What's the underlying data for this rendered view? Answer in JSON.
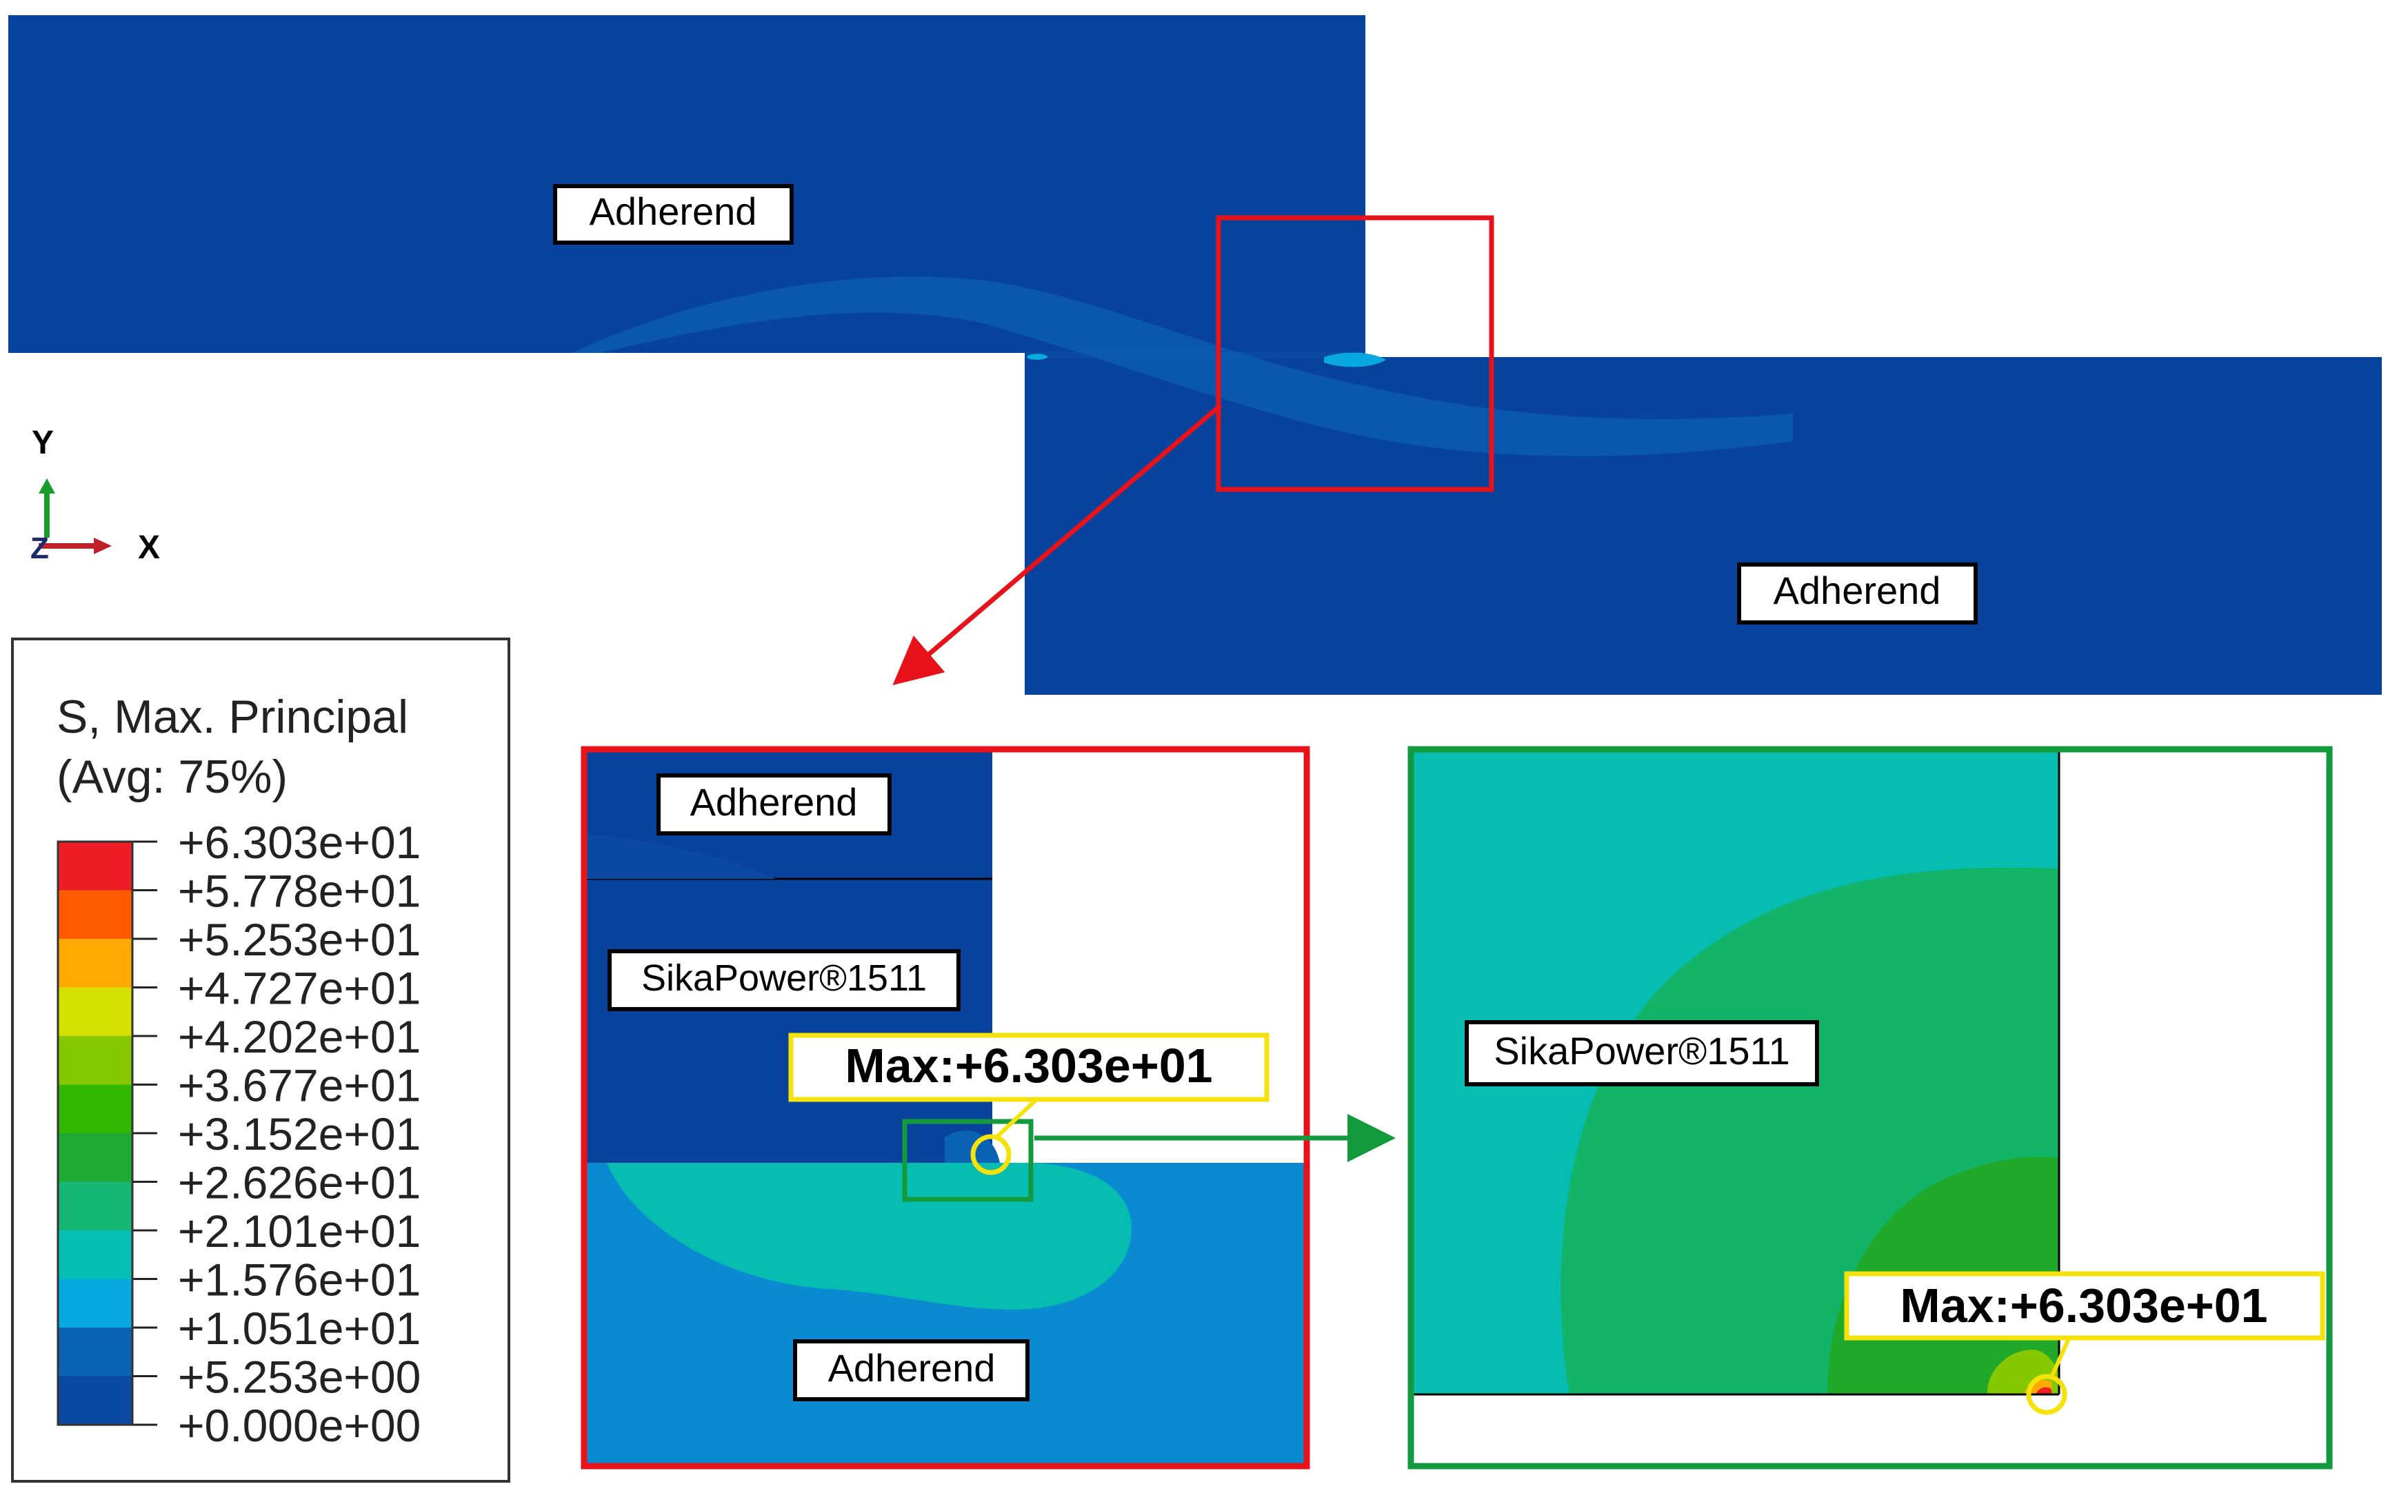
{
  "labels": {
    "adherend_top": "Adherend",
    "adherend_bottom": "Adherend",
    "zoom1_adherend_top": "Adherend",
    "zoom1_adhesive": "SikaPower®1511",
    "zoom1_adherend_bottom": "Adherend",
    "zoom1_max": "Max:+6.303e+01",
    "zoom2_adhesive": "SikaPower®1511",
    "zoom2_max": "Max:+6.303e+01"
  },
  "axes": {
    "y": "Y",
    "x": "X",
    "z": "Z"
  },
  "legend": {
    "title_line1": "S, Max. Principal",
    "title_line2": "(Avg: 75%)",
    "entries": [
      {
        "value": "+6.303e+01",
        "color": "#ee1c24"
      },
      {
        "value": "+5.778e+01",
        "color": "#ff5a00"
      },
      {
        "value": "+5.253e+01",
        "color": "#ffaa00"
      },
      {
        "value": "+4.727e+01",
        "color": "#d4e000"
      },
      {
        "value": "+4.202e+01",
        "color": "#86c800"
      },
      {
        "value": "+3.677e+01",
        "color": "#33b800"
      },
      {
        "value": "+3.152e+01",
        "color": "#1faa33"
      },
      {
        "value": "+2.626e+01",
        "color": "#16b775"
      },
      {
        "value": "+2.101e+01",
        "color": "#06bfb4"
      },
      {
        "value": "+1.576e+01",
        "color": "#08a8e0"
      },
      {
        "value": "+1.051e+01",
        "color": "#0a62b4"
      },
      {
        "value": "+5.253e+00",
        "color": "#0a4aa2"
      },
      {
        "value": "+0.000e+00",
        "color": "#07459c"
      }
    ]
  },
  "colors": {
    "adherend": "#07429a",
    "red_frame": "#e8131a",
    "green_frame": "#139a3c",
    "yellow": "#f4e20a"
  }
}
